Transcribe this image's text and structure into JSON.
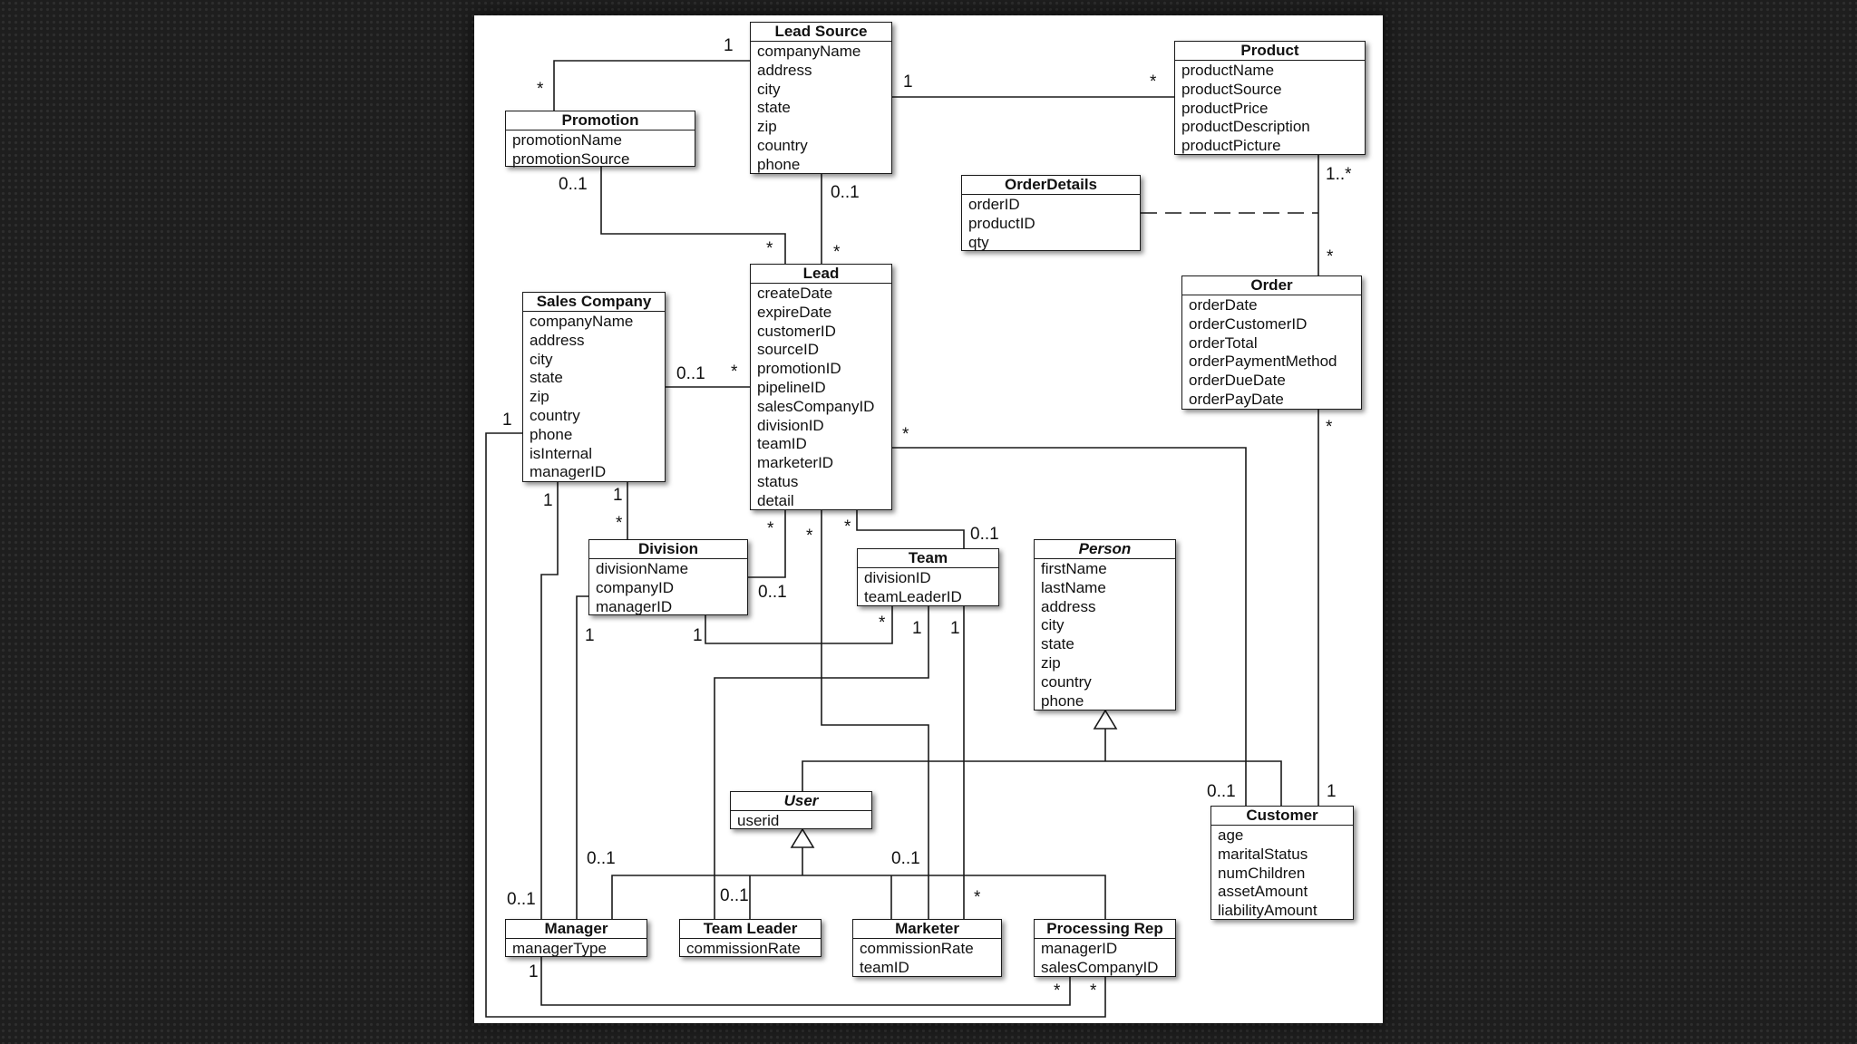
{
  "diagram": {
    "classes": [
      {
        "id": "lead_source",
        "name": "Lead Source",
        "abstract": false,
        "attributes": [
          "companyName",
          "address",
          "city",
          "state",
          "zip",
          "country",
          "phone"
        ]
      },
      {
        "id": "product",
        "name": "Product",
        "abstract": false,
        "attributes": [
          "productName",
          "productSource",
          "productPrice",
          "productDescription",
          "productPicture"
        ]
      },
      {
        "id": "promotion",
        "name": "Promotion",
        "abstract": false,
        "attributes": [
          "promotionName",
          "promotionSource"
        ]
      },
      {
        "id": "order_details",
        "name": "OrderDetails",
        "abstract": false,
        "attributes": [
          "orderID",
          "productID",
          "qty"
        ]
      },
      {
        "id": "lead",
        "name": "Lead",
        "abstract": false,
        "attributes": [
          "createDate",
          "expireDate",
          "customerID",
          "sourceID",
          "promotionID",
          "pipelineID",
          "salesCompanyID",
          "divisionID",
          "teamID",
          "marketerID",
          "status",
          "detail"
        ]
      },
      {
        "id": "sales_company",
        "name": "Sales Company",
        "abstract": false,
        "attributes": [
          "companyName",
          "address",
          "city",
          "state",
          "zip",
          "country",
          "phone",
          "isInternal",
          "managerID"
        ]
      },
      {
        "id": "order",
        "name": "Order",
        "abstract": false,
        "attributes": [
          "orderDate",
          "orderCustomerID",
          "orderTotal",
          "orderPaymentMethod",
          "orderDueDate",
          "orderPayDate"
        ]
      },
      {
        "id": "division",
        "name": "Division",
        "abstract": false,
        "attributes": [
          "divisionName",
          "companyID",
          "managerID"
        ]
      },
      {
        "id": "team",
        "name": "Team",
        "abstract": false,
        "attributes": [
          "divisionID",
          "teamLeaderID"
        ]
      },
      {
        "id": "person",
        "name": "Person",
        "abstract": true,
        "attributes": [
          "firstName",
          "lastName",
          "address",
          "city",
          "state",
          "zip",
          "country",
          "phone"
        ]
      },
      {
        "id": "user",
        "name": "User",
        "abstract": true,
        "attributes": [
          "userid"
        ]
      },
      {
        "id": "customer",
        "name": "Customer",
        "abstract": false,
        "attributes": [
          "age",
          "maritalStatus",
          "numChildren",
          "assetAmount",
          "liabilityAmount"
        ]
      },
      {
        "id": "manager",
        "name": "Manager",
        "abstract": false,
        "attributes": [
          "managerType"
        ]
      },
      {
        "id": "team_leader",
        "name": "Team Leader",
        "abstract": false,
        "attributes": [
          "commissionRate"
        ]
      },
      {
        "id": "marketer",
        "name": "Marketer",
        "abstract": false,
        "attributes": [
          "commissionRate",
          "teamID"
        ]
      },
      {
        "id": "processing_rep",
        "name": "Processing Rep",
        "abstract": false,
        "attributes": [
          "managerID",
          "salesCompanyID"
        ]
      }
    ],
    "multiplicities": [
      {
        "id": "ls_promo_1",
        "text": "1"
      },
      {
        "id": "ls_promo_star",
        "text": "*"
      },
      {
        "id": "ls_prod_1",
        "text": "1"
      },
      {
        "id": "ls_prod_star",
        "text": "*"
      },
      {
        "id": "promo_lead_01",
        "text": "0..1"
      },
      {
        "id": "promo_lead_star",
        "text": "*"
      },
      {
        "id": "ls_lead_01",
        "text": "0..1"
      },
      {
        "id": "ls_lead_star",
        "text": "*"
      },
      {
        "id": "prod_order_1n",
        "text": "1..*"
      },
      {
        "id": "prod_order_star",
        "text": "*"
      },
      {
        "id": "sc_lead_01",
        "text": "0..1"
      },
      {
        "id": "sc_lead_star",
        "text": "*"
      },
      {
        "id": "sc_proc_1",
        "text": "1"
      },
      {
        "id": "sc_div_1",
        "text": "1"
      },
      {
        "id": "sc_div_star",
        "text": "*"
      },
      {
        "id": "sc_mgr_1",
        "text": "1"
      },
      {
        "id": "lead_cust_star",
        "text": "*"
      },
      {
        "id": "order_cust_star",
        "text": "*"
      },
      {
        "id": "lead_div_star",
        "text": "*"
      },
      {
        "id": "lead_mkt_star",
        "text": "*"
      },
      {
        "id": "lead_team_star",
        "text": "*"
      },
      {
        "id": "lead_team_01",
        "text": "0..1"
      },
      {
        "id": "div_lead_01",
        "text": "0..1"
      },
      {
        "id": "div_mgr_1",
        "text": "1"
      },
      {
        "id": "div_team_1",
        "text": "1"
      },
      {
        "id": "team_div_star",
        "text": "*"
      },
      {
        "id": "team_tl_1",
        "text": "1"
      },
      {
        "id": "team_mkt_1",
        "text": "1"
      },
      {
        "id": "cust_lead_01",
        "text": "0..1"
      },
      {
        "id": "cust_order_1",
        "text": "1"
      },
      {
        "id": "mgr_div_01",
        "text": "0..1"
      },
      {
        "id": "mgr_sc_01",
        "text": "0..1"
      },
      {
        "id": "tl_team_01",
        "text": "0..1"
      },
      {
        "id": "mkt_lead_01",
        "text": "0..1"
      },
      {
        "id": "mkt_team_star",
        "text": "*"
      },
      {
        "id": "mgr_proc_1",
        "text": "1"
      },
      {
        "id": "proc_mgr_star",
        "text": "*"
      },
      {
        "id": "proc_sc_star",
        "text": "*"
      }
    ]
  }
}
